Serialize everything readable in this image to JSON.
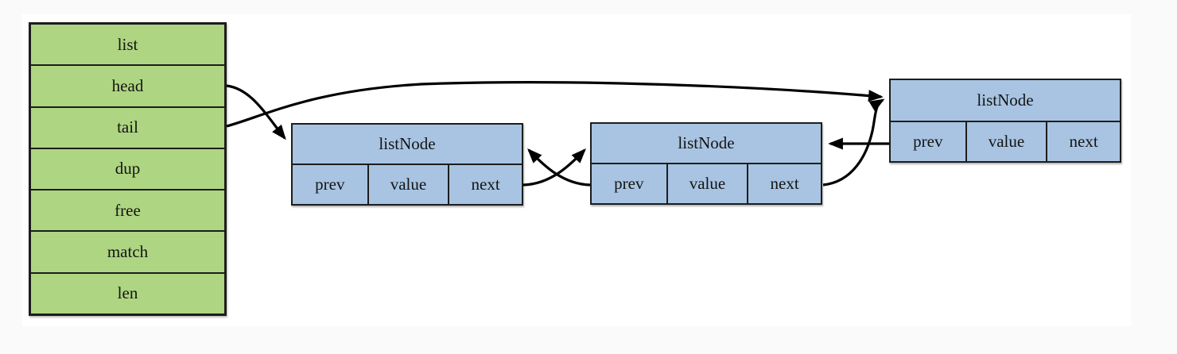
{
  "struct": {
    "rows": [
      "list",
      "head",
      "tail",
      "dup",
      "free",
      "match",
      "len"
    ]
  },
  "nodes": [
    {
      "title": "listNode",
      "fields": [
        "prev",
        "value",
        "next"
      ]
    },
    {
      "title": "listNode",
      "fields": [
        "prev",
        "value",
        "next"
      ]
    },
    {
      "title": "listNode",
      "fields": [
        "prev",
        "value",
        "next"
      ]
    }
  ],
  "edges": [
    {
      "from": "list.head",
      "to": "listNode1.header"
    },
    {
      "from": "list.tail",
      "to": "listNode3.header"
    },
    {
      "from": "listNode1.next",
      "to": "listNode2.header"
    },
    {
      "from": "listNode2.prev",
      "to": "listNode1.header"
    },
    {
      "from": "listNode2.next",
      "to": "listNode3.header"
    },
    {
      "from": "listNode3.prev",
      "to": "listNode2.header"
    }
  ],
  "colors": {
    "page-bg": "#fafafa",
    "canvas-bg": "#ffffff",
    "struct-fill": "#aed581",
    "node-fill": "#a8c4e2",
    "border": "#1d1d1d",
    "edge": "#000000"
  }
}
